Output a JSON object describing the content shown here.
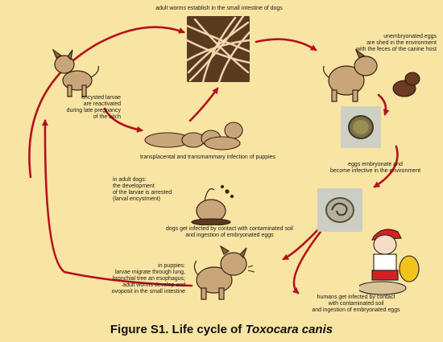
{
  "labels": {
    "adult_worms": "adult worms establish in the small intestine of dogs",
    "unembryonated": "unembryonated eggs\nare shed in the environment\nwith the feces of the canine host",
    "encysted": "encysted larvae\nare reactivated\nduring late pregnancy\nof the bitch",
    "transplacental": "transplacental and transmammary infection of puppies",
    "embryonate": "eggs embryonate and\nbecome infective in the environment",
    "adult_dogs": "in adult dogs:\nthe development\nof the larvae is arrested\n(larval encystment)",
    "dogs_infected": "dogs get infected by contact  with contaminated soil\nand ingestion of embryonated eggs",
    "puppies": "in puppies:\nlarvae migrate through lung,\nbronchial tree an esophagus;\nadult worms develop and\novoposit in the small intestine",
    "humans": "humans get infected by contact\nwith contaminated soil\nand ingestion of embryonated eggs"
  },
  "caption": {
    "prefix": "Figure S1.  Life cycle of ",
    "species": "Toxocara  canis"
  },
  "colors": {
    "background": "#f8e4a3",
    "arrow": "#b3121b",
    "dog_tan": "#c9a57a",
    "dog_dark": "#6b3b22"
  }
}
